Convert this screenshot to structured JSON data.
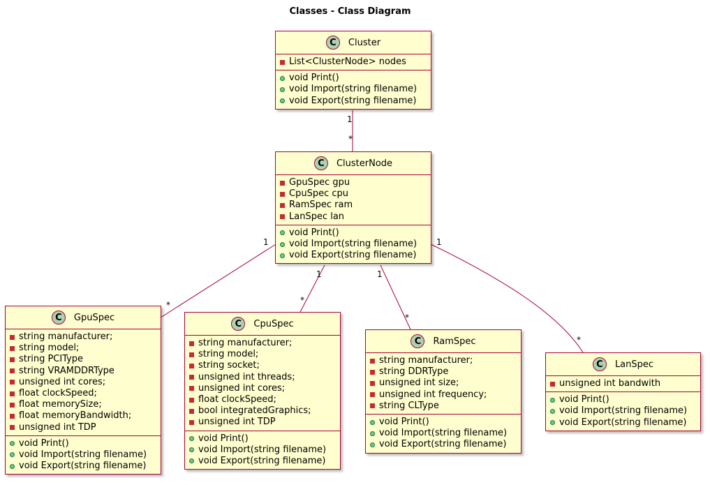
{
  "title": "Classes - Class Diagram",
  "colors": {
    "fill": "#FEFECE",
    "border": "#A80036",
    "circle": "#ADD1B2",
    "private": "#C82930",
    "public": "#84BE84"
  },
  "classes": {
    "cluster": {
      "stereotype": "C",
      "name": "Cluster",
      "fields": [
        "List<ClusterNode> nodes"
      ],
      "methods": [
        "void Print()",
        "void Import(string filename)",
        "void Export(string filename)"
      ]
    },
    "clusternode": {
      "stereotype": "C",
      "name": "ClusterNode",
      "fields": [
        "GpuSpec gpu",
        "CpuSpec cpu",
        "RamSpec ram",
        "LanSpec lan"
      ],
      "methods": [
        "void Print()",
        "void Import(string filename)",
        "void Export(string filename)"
      ]
    },
    "gpuspec": {
      "stereotype": "C",
      "name": "GpuSpec",
      "fields": [
        "string manufacturer;",
        "string model;",
        "string PCIType",
        "string VRAMDDRType",
        "unsigned int cores;",
        "float clockSpeed;",
        "float memorySize;",
        "float memoryBandwidth;",
        "unsigned int TDP"
      ],
      "methods": [
        "void Print()",
        "void Import(string filename)",
        "void Export(string filename)"
      ]
    },
    "cpuspec": {
      "stereotype": "C",
      "name": "CpuSpec",
      "fields": [
        "string manufacturer;",
        "string model;",
        "string socket;",
        "unsigned int threads;",
        "unsigned int cores;",
        "float clockSpeed;",
        "bool integratedGraphics;",
        "unsigned int TDP"
      ],
      "methods": [
        "void Print()",
        "void Import(string filename)",
        "void Export(string filename)"
      ]
    },
    "ramspec": {
      "stereotype": "C",
      "name": "RamSpec",
      "fields": [
        "string manufacturer;",
        "string DDRType",
        "unsigned int size;",
        "unsigned int frequency;",
        "string CLType"
      ],
      "methods": [
        "void Print()",
        "void Import(string filename)",
        "void Export(string filename)"
      ]
    },
    "lanspec": {
      "stereotype": "C",
      "name": "LanSpec",
      "fields": [
        "unsigned int bandwith"
      ],
      "methods": [
        "void Print()",
        "void Import(string filename)",
        "void Export(string filename)"
      ]
    }
  },
  "associations": [
    {
      "from": "Cluster",
      "to": "ClusterNode",
      "from_mult": "1",
      "to_mult": "*"
    },
    {
      "from": "ClusterNode",
      "to": "GpuSpec",
      "from_mult": "1",
      "to_mult": "*"
    },
    {
      "from": "ClusterNode",
      "to": "CpuSpec",
      "from_mult": "1",
      "to_mult": "*"
    },
    {
      "from": "ClusterNode",
      "to": "RamSpec",
      "from_mult": "1",
      "to_mult": "*"
    },
    {
      "from": "ClusterNode",
      "to": "LanSpec",
      "from_mult": "1",
      "to_mult": "*"
    }
  ]
}
